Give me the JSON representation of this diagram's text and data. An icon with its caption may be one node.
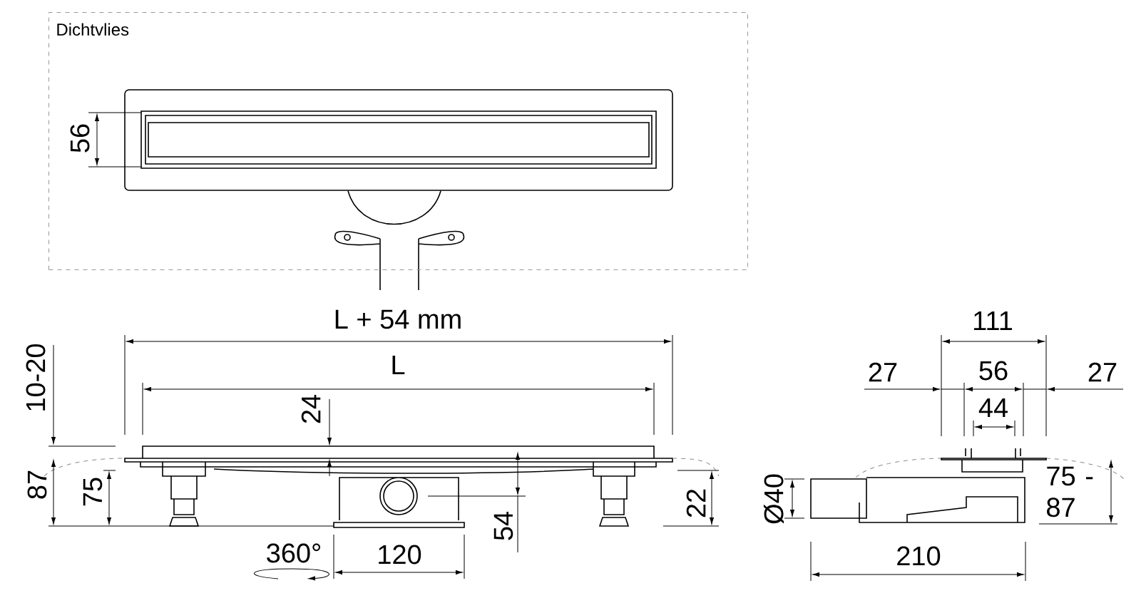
{
  "diagram": {
    "nodes": [
      {
        "text": [
          "Dichtvlies"
        ]
      }
    ],
    "labels": [
      "56",
      "L + 54 mm",
      "L",
      "10-20",
      "24",
      "87",
      "75",
      "22",
      "54",
      "360°",
      "120",
      "111",
      "27",
      "56",
      "27",
      "44",
      "Ø40",
      "75 - 87",
      "210"
    ]
  }
}
